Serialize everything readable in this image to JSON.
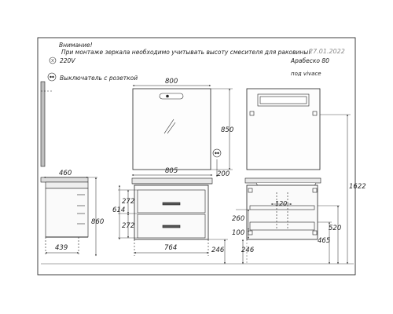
{
  "notes": {
    "warning_title": "Внимание!",
    "warning_text": "При монтаже зеркала необходимо учитывать высоту смесителя для раковины!",
    "date": "27.01.2022",
    "model": "Арабеско 80",
    "series": "под vivace",
    "voltage": "220V",
    "switch_label": "Выключатель с розеткой"
  },
  "dimensions": {
    "mirror_width": "800",
    "mirror_height": "850",
    "mirror_depth": "200",
    "cabinet_side_depth": "460",
    "cabinet_side_height": "860",
    "cabinet_bottom_depth": "439",
    "top_width": "805",
    "drawer_height_top": "272",
    "drawer_height_bottom": "272",
    "body_height": "614",
    "base_width": "764",
    "floor_offset_front": "246",
    "floor_offset_back": "246",
    "siphon_width": "120",
    "siphon_height": "260",
    "siphon_bottom": "100",
    "total_height": "1622",
    "right_520": "520",
    "right_465": "465"
  },
  "icons": {
    "socket": "outlet-icon",
    "power": "power-socket-icon",
    "mirror_glint": "mirror-glint-icon"
  }
}
